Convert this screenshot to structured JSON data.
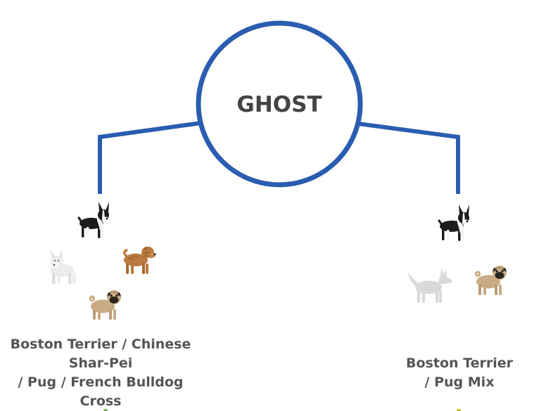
{
  "root": {
    "name": "GHOST",
    "ring_color": "#2a5db0"
  },
  "parents": [
    {
      "label_lines": [
        "Boston Terrier / Chinese",
        "Shar-Pei",
        "/ Pug / French Bulldog",
        "Cross"
      ],
      "breeds": [
        {
          "icon": "boston-terrier-icon",
          "ghost": false
        },
        {
          "icon": "shar-pei-icon",
          "ghost": false
        },
        {
          "icon": "french-bulldog-icon",
          "ghost": false
        },
        {
          "icon": "pug-icon",
          "ghost": false
        }
      ],
      "dot_color": "#6aa84f"
    },
    {
      "label_lines": [
        "Boston Terrier",
        "/ Pug Mix"
      ],
      "breeds": [
        {
          "icon": "boston-terrier-icon",
          "ghost": false
        },
        {
          "icon": "unknown-dog-silhouette-icon",
          "ghost": true
        },
        {
          "icon": "pug-icon",
          "ghost": false
        }
      ],
      "dot_color": "#c8b400"
    }
  ],
  "colors": {
    "boston_black": "#1c1c1c",
    "boston_white": "#f4f4f4",
    "sharpei_fawn": "#b97a3e",
    "frenchie_cream": "#ececec",
    "pug_fawn": "#c9ab86",
    "pug_mask": "#2b2520",
    "ghost_gray": "#d9d9d9",
    "text_gray": "#555555"
  }
}
